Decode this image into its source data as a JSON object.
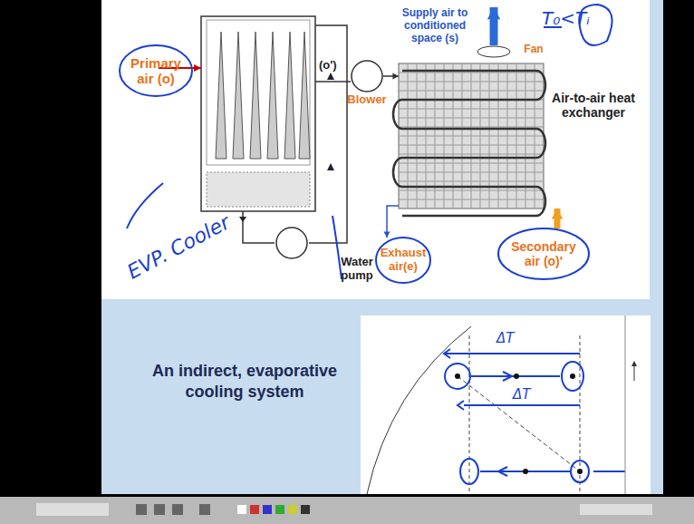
{
  "diagram": {
    "caption": "An indirect, evaporative cooling system",
    "nodes": [
      {
        "text": [
          "Primary air (o)"
        ]
      },
      {
        "text": [
          "Blower"
        ]
      },
      {
        "text": [
          "Air-to-air heat exchanger"
        ]
      },
      {
        "text": [
          "Supply air to conditioned space (s)"
        ]
      },
      {
        "text": [
          "Fan"
        ]
      },
      {
        "text": [
          "Exhaust air(e)"
        ]
      },
      {
        "text": [
          "Secondary air (o)'"
        ]
      },
      {
        "text": [
          "Water pump"
        ]
      }
    ],
    "edges": [
      {
        "from": 1,
        "to": 2,
        "arrow": "to"
      },
      {
        "from": 6,
        "to": 2,
        "arrow": "to"
      },
      {
        "from": 2,
        "to": 5,
        "arrow": "to"
      },
      {
        "from": 4,
        "to": 3,
        "arrow": "to"
      }
    ],
    "labels": [
      "(o')",
      "EVP. Cooler",
      "T₀<Tᵢ",
      "ΔT",
      "ΔT"
    ]
  }
}
